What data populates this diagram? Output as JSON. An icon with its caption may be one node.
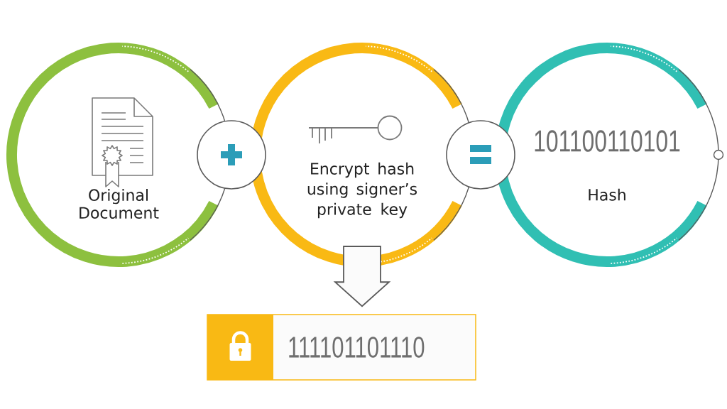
{
  "diagram": {
    "nodes": [
      {
        "text": [
          "Original Document"
        ]
      },
      {
        "text": [],
        "shape": "circle"
      },
      {
        "text": [
          "Encrypt hash using signer’s private key"
        ]
      },
      {
        "text": [],
        "shape": "circle"
      },
      {
        "text": [
          "101100110101",
          "Hash"
        ]
      },
      {
        "text": [
          "111101101110"
        ]
      }
    ],
    "edges": [
      {
        "from": 2,
        "to": 5,
        "arrow": "to"
      }
    ]
  }
}
